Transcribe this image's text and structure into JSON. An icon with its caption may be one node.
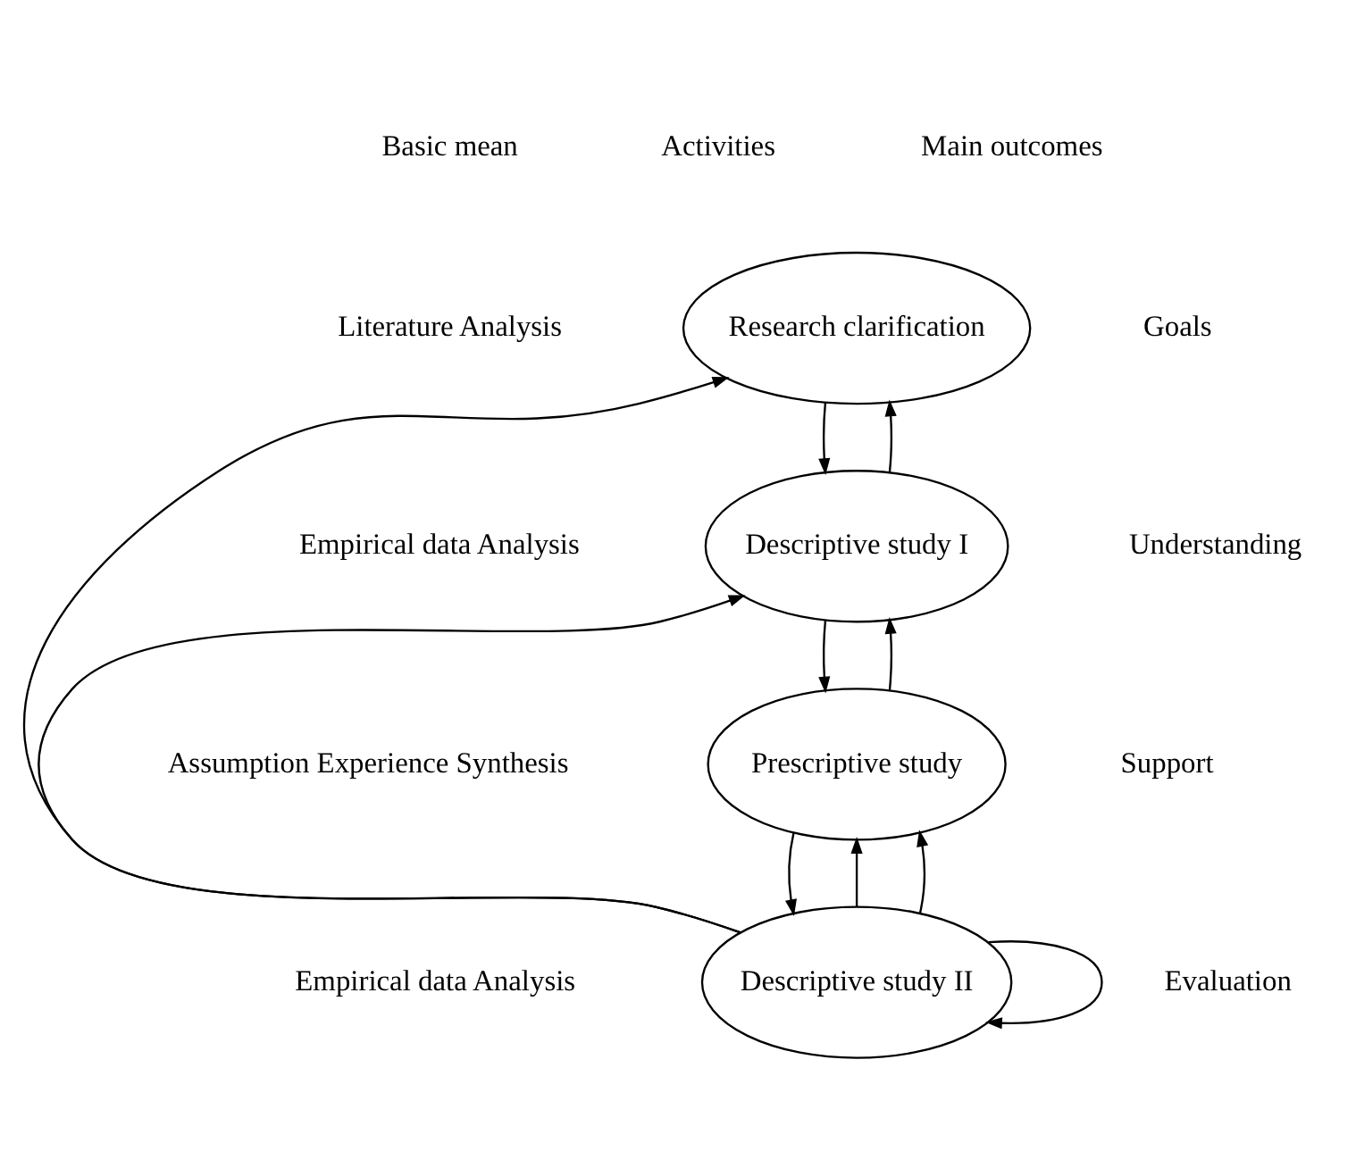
{
  "diagram": {
    "nodes": [
      {
        "text": [
          "Research clarification"
        ]
      },
      {
        "text": [
          "Descriptive study I"
        ]
      },
      {
        "text": [
          "Prescriptive study"
        ]
      },
      {
        "text": [
          "Descriptive study II"
        ]
      }
    ],
    "edges": [
      {
        "from": 0,
        "to": 1,
        "arrow": "to"
      },
      {
        "from": 1,
        "to": 0,
        "arrow": "to"
      },
      {
        "from": 1,
        "to": 2,
        "arrow": "to"
      },
      {
        "from": 2,
        "to": 1,
        "arrow": "to"
      },
      {
        "from": 2,
        "to": 3,
        "arrow": "to"
      },
      {
        "from": 3,
        "to": 2,
        "arrow": "to"
      },
      {
        "from": 3,
        "to": 0,
        "arrow": "to"
      },
      {
        "from": 3,
        "to": 1,
        "arrow": "to"
      },
      {
        "from": 3,
        "to": 2,
        "arrow": "to"
      },
      {
        "from": 3,
        "to": 3,
        "arrow": "to"
      }
    ],
    "labels": [
      "Basic mean",
      "Activities",
      "Main outcomes",
      "Literature Analysis",
      "Goals",
      "Empirical data Analysis",
      "Understanding",
      "Assumption Experience Synthesis",
      "Support",
      "Empirical data Analysis",
      "Evaluation"
    ]
  }
}
